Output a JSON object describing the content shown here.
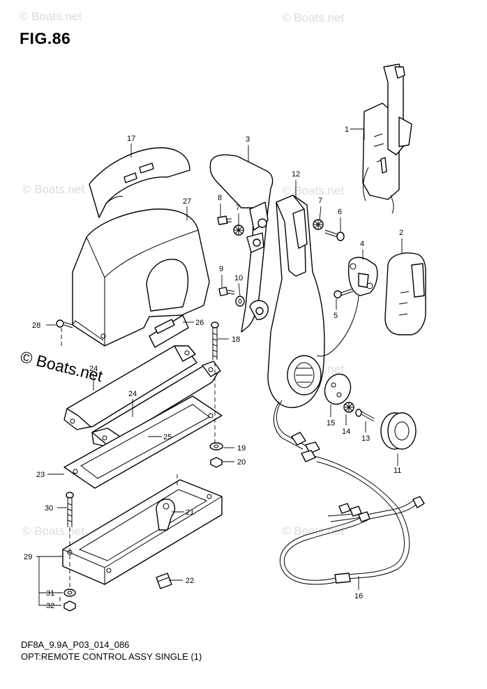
{
  "figure": {
    "title": "FIG.86",
    "code": "DF8A_9.9A_P03_014_086",
    "caption": "OPT:REMOTE CONTROL ASSY SINGLE (1)"
  },
  "watermark": {
    "text": "© Boats.net",
    "strong_text": "© Boats.net"
  },
  "callouts": [
    "1",
    "2",
    "3",
    "4",
    "5",
    "6",
    "7",
    "7",
    "8",
    "9",
    "10",
    "11",
    "12",
    "13",
    "14",
    "15",
    "16",
    "17",
    "18",
    "19",
    "20",
    "21",
    "22",
    "23",
    "24",
    "24",
    "25",
    "26",
    "27",
    "28",
    "29",
    "30",
    "31",
    "32"
  ]
}
